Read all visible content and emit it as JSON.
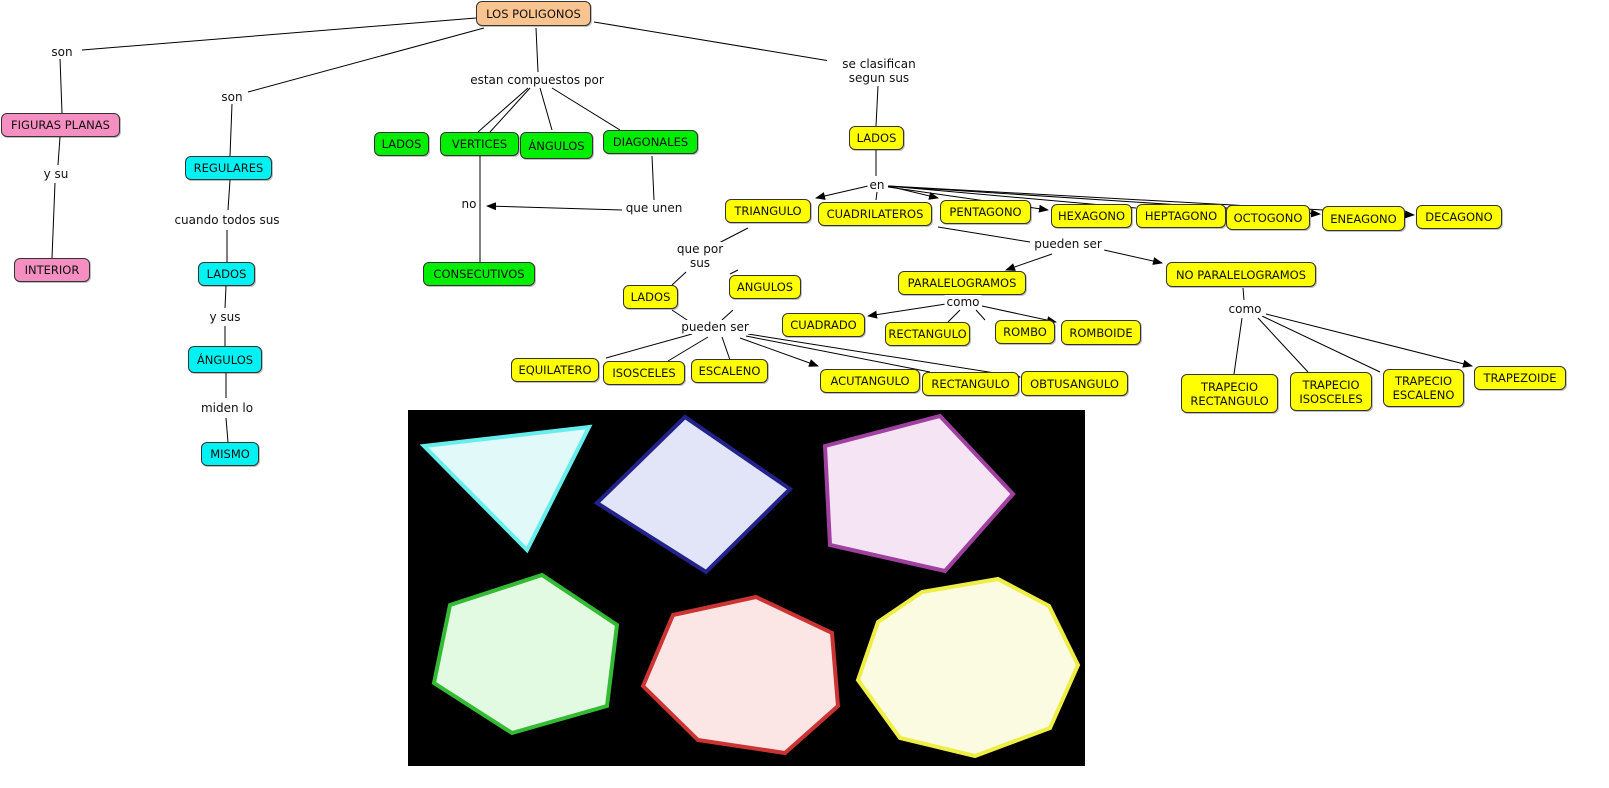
{
  "nodes": {
    "root": "LOS POLIGONOS",
    "figuras": "FIGURAS PLANAS",
    "interior": "INTERIOR",
    "regulares": "REGULARES",
    "lados_c": "LADOS",
    "angulos_c": "ÁNGULOS",
    "mismo": "MISMO",
    "lados_g": "LADOS",
    "vertices": "VERTICES",
    "angulos_g": "ÁNGULOS",
    "diagonales": "DIAGONALES",
    "consecutivos": "CONSECUTIVOS",
    "lados_y": "LADOS",
    "triangulo": "TRIANGULO",
    "cuadrilateros": "CUADRILATEROS",
    "pentagono": "PENTAGONO",
    "hexagono": "HEXAGONO",
    "heptagono": "HEPTAGONO",
    "octogono": "OCTOGONO",
    "eneagono": "ENEAGONO",
    "decagono": "DECAGONO",
    "lados_t": "LADOS",
    "angulos_t": "ANGULOS",
    "paralelogramos": "PARALELOGRAMOS",
    "no_paralelogramos": "NO PARALELOGRAMOS",
    "cuadrado": "CUADRADO",
    "rectangulo_p": "RECTANGULO",
    "rombo": "ROMBO",
    "romboide": "ROMBOIDE",
    "equilatero": "EQUILATERO",
    "isosceles": "ISOSCELES",
    "escaleno": "ESCALENO",
    "acutangulo": "ACUTANGULO",
    "rectangulo_t": "RECTANGULO",
    "obtusangulo": "OBTUSANGULO",
    "trap_rect": "TRAPECIO RECTANGULO",
    "trap_iso": "TRAPECIO ISOSCELES",
    "trap_esc": "TRAPECIO ESCALENO",
    "trapezoide": "TRAPEZOIDE"
  },
  "links": {
    "son1": "son",
    "son2": "son",
    "compuestos": "estan compuestos por",
    "clasifican": "se clasifican segun sus",
    "ysu": "y su",
    "cuando": "cuando todos sus",
    "ysus": "y sus",
    "miden": "miden lo",
    "no": "no",
    "unen": "que unen",
    "en": "en",
    "queporsus": "que por sus",
    "pueden1": "pueden ser",
    "como1": "como",
    "pueden2": "pueden ser",
    "como2": "como"
  },
  "colors": {
    "root": "#f9c490",
    "pink": "#f58fc2",
    "cyan": "#00f2f2",
    "green": "#00ee00",
    "yellow": "#ffff00"
  }
}
